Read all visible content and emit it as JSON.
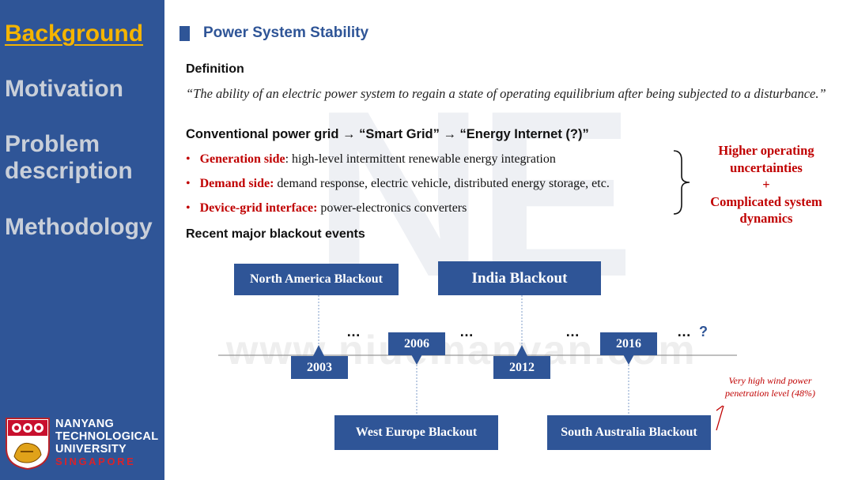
{
  "sidebar": {
    "items": [
      {
        "label": "Background",
        "active": true
      },
      {
        "label": "Motivation",
        "active": false
      },
      {
        "label": "Problem description",
        "active": false
      },
      {
        "label": "Methodology",
        "active": false
      }
    ],
    "logo": {
      "line1": "NANYANG",
      "line2": "TECHNOLOGICAL",
      "line3": "UNIVERSITY",
      "line4": "SINGAPORE"
    }
  },
  "watermark": {
    "letters": "NE",
    "url": "www.niuemanyan.com"
  },
  "slide": {
    "title": "Power System Stability",
    "definition_heading": "Definition",
    "definition_quote": "“The ability of an electric power system to regain a state of operating equilibrium after being subjected to a disturbance.”",
    "evolution_heading": "Conventional power grid → “Smart Grid” → “Energy Internet (?)”",
    "bullets": [
      {
        "term": "Generation side",
        "text": ": high-level intermittent renewable energy integration"
      },
      {
        "term": "Demand side:",
        "text": " demand response, electric vehicle, distributed energy storage, etc."
      },
      {
        "term": "Device-grid interface:",
        "text": " power-electronics converters"
      }
    ],
    "side_note": {
      "line1": "Higher operating uncertainties",
      "plus": "+",
      "line2": "Complicated system dynamics"
    },
    "recent_heading": "Recent major blackout events"
  },
  "timeline": {
    "years": [
      "2003",
      "2006",
      "2012",
      "2016"
    ],
    "events": [
      {
        "label": "North America Blackout",
        "year": "2003"
      },
      {
        "label": "West Europe Blackout",
        "year": "2006"
      },
      {
        "label": "India Blackout",
        "year": "2012"
      },
      {
        "label": "South Australia Blackout",
        "year": "2016"
      }
    ],
    "ellipsis": "…",
    "question": "?",
    "wind_note": "Very high wind power penetration level (48%)"
  },
  "colors": {
    "sidebar": "#2f5597",
    "active_nav": "#f4b400",
    "inactive_nav": "#c9cfd9",
    "accent_red": "#c00000"
  }
}
